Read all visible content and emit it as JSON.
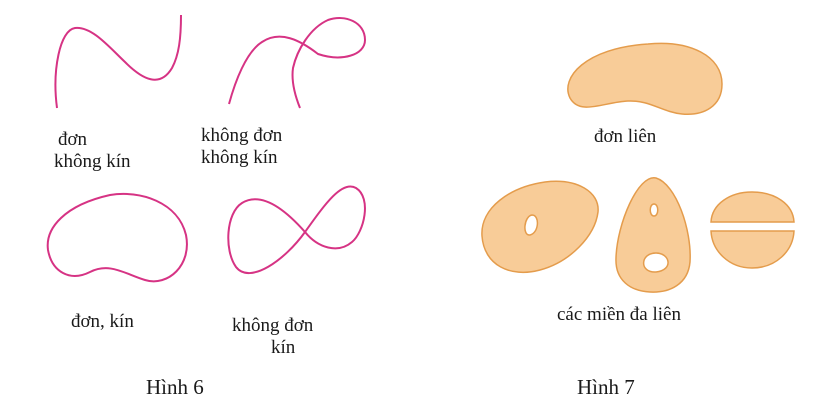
{
  "colors": {
    "curve": "#d63384",
    "region_fill": "#f8cc98",
    "region_stroke": "#e49c4c",
    "text": "#1a1a1a"
  },
  "hinh6": {
    "labels": {
      "simple_open_line1": "đơn",
      "simple_open_line2": "không kín",
      "nonsimple_open_line1": "không đơn",
      "nonsimple_open_line2": "không kín",
      "simple_closed": "đơn, kín",
      "nonsimple_closed_line1": "không đơn",
      "nonsimple_closed_line2": "kín"
    },
    "caption": "Hình 6"
  },
  "hinh7": {
    "labels": {
      "simply_connected": "đơn liên",
      "multiply_connected": "các miền đa liên"
    },
    "caption": "Hình 7"
  }
}
